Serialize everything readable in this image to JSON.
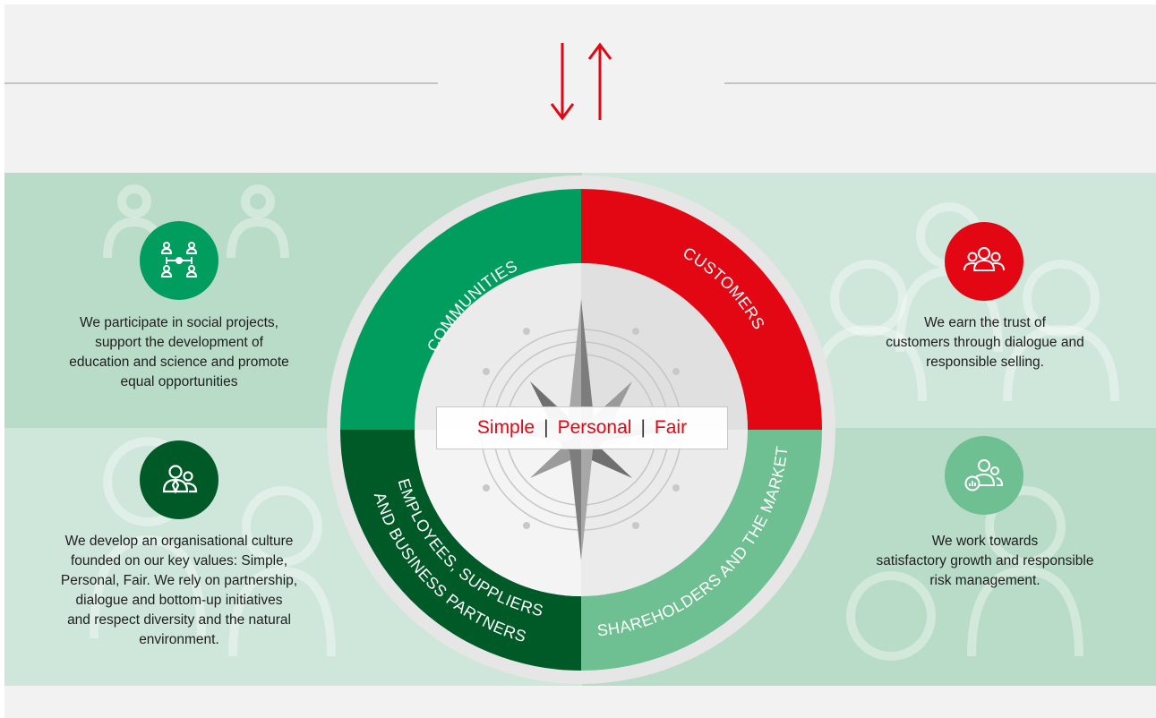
{
  "motto": {
    "simple": "Simple",
    "personal": "Personal",
    "fair": "Fair",
    "separator": "|"
  },
  "segments": {
    "communities": "COMMUNITIES",
    "customers": "CUSTOMERS",
    "employees_line1": "EMPLOYEES, SUPPLIERS",
    "employees_line2": "AND BUSINESS PARTNERS",
    "shareholders": "SHAREHOLDERS AND THE MARKET"
  },
  "panels": {
    "communities": {
      "icon": "network-people-icon",
      "lines": [
        "We participate in social projects,",
        "support the development of",
        "education and science and promote",
        "equal opportunities"
      ]
    },
    "customers": {
      "icon": "customers-group-icon",
      "lines": [
        "We earn the trust of",
        "customers through dialogue and",
        "responsible selling."
      ]
    },
    "employees": {
      "icon": "employees-icon",
      "lines": [
        "We develop an organisational culture",
        "founded on our key values: Simple,",
        "Personal, Fair. We rely on partnership,",
        "dialogue and bottom-up initiatives",
        "and respect diversity and the natural",
        "environment."
      ]
    },
    "shareholders": {
      "icon": "shareholders-chart-icon",
      "lines": [
        "We work towards",
        "satisfactory growth and responsible",
        "risk management."
      ]
    }
  },
  "colors": {
    "communities": "#009d5e",
    "customers": "#e30613",
    "employees": "#005a28",
    "shareholders": "#6ebf92",
    "top_band": "#f2f2f2",
    "panel_light": "#cfe6da",
    "panel_mid": "#b9dcc8",
    "arrows": "#e30613"
  }
}
